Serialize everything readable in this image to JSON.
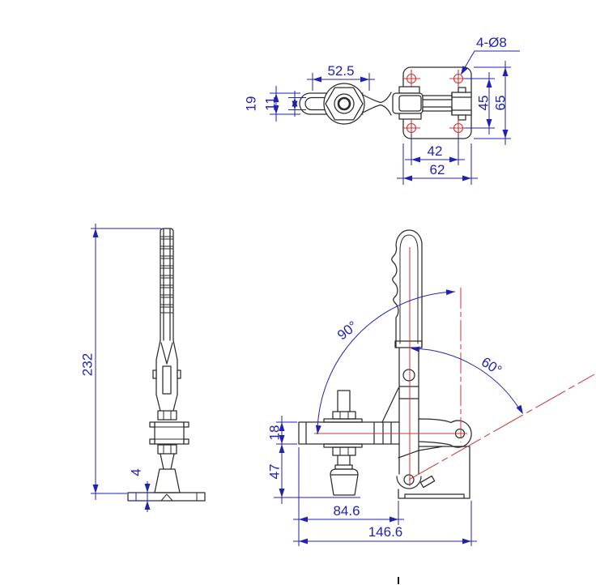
{
  "colors": {
    "geometry": "#2b2b2b",
    "dimension_blue": "#2222b2",
    "centerline_red": "#cc3333",
    "background": "#ffffff"
  },
  "views": {
    "top": {
      "dims": {
        "slot_length": "52.5",
        "arm_width": "19",
        "slot_width": "11",
        "hole_callout": "4-Ø8",
        "hole_pitch_v": "45",
        "plate_height": "65",
        "hole_pitch_h": "42",
        "plate_width": "62"
      }
    },
    "side": {
      "dims": {
        "overall_height": "232",
        "base_thickness": "4"
      }
    },
    "front": {
      "dims": {
        "arm_thickness": "18",
        "spindle_drop": "47",
        "arm_reach": "84.6",
        "overall_length": "146.6"
      },
      "angles": {
        "opening": "90°",
        "handle": "60°"
      }
    }
  }
}
